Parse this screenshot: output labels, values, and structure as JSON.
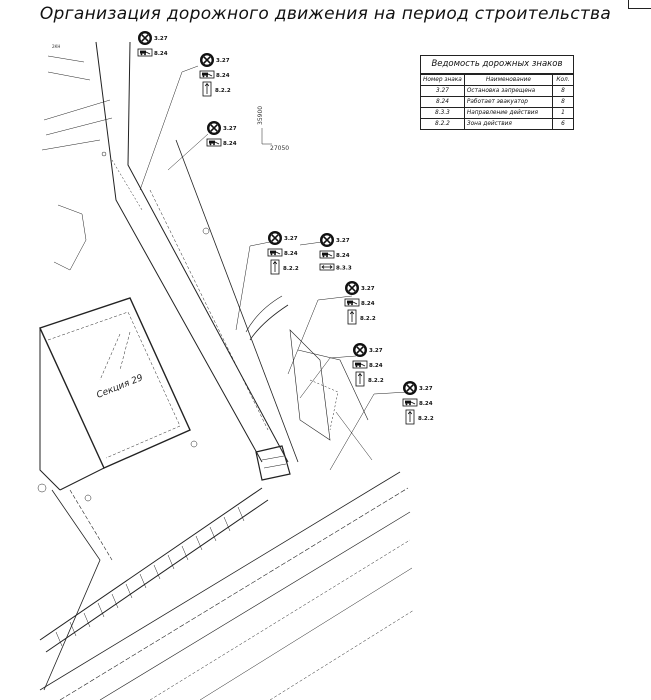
{
  "title": "Организация дорожного движения на период строительства",
  "table": {
    "title": "Ведомость дорожных знаков",
    "headers": [
      "Номер знака",
      "Наименование",
      "Кол."
    ],
    "rows": [
      [
        "3.27",
        "Остановка запрещена",
        "8"
      ],
      [
        "8.24",
        "Работает эвакуатор",
        "8"
      ],
      [
        "8.3.3",
        "Направление действия",
        "1"
      ],
      [
        "8.2.2",
        "Зона действия",
        "6"
      ]
    ]
  },
  "sign_codes": {
    "no_stopping": "3.27",
    "tow_truck": "8.24",
    "zone": "8.2.2",
    "direction": "8.3.3"
  },
  "map_labels": {
    "section": "Секция 29",
    "elev_1": "35900",
    "elev_2": "27050",
    "top_left": "2КН"
  },
  "sign_groups": [
    {
      "id": "g1",
      "has_zone": false,
      "has_direction": false
    },
    {
      "id": "g2",
      "has_zone": true,
      "has_direction": false
    },
    {
      "id": "g3",
      "has_zone": false,
      "has_direction": false
    },
    {
      "id": "g4",
      "has_zone": true,
      "has_direction": false
    },
    {
      "id": "g5",
      "has_zone": false,
      "has_direction": true
    },
    {
      "id": "g6",
      "has_zone": true,
      "has_direction": false
    },
    {
      "id": "g7",
      "has_zone": true,
      "has_direction": false
    },
    {
      "id": "g8",
      "has_zone": true,
      "has_direction": false
    }
  ]
}
